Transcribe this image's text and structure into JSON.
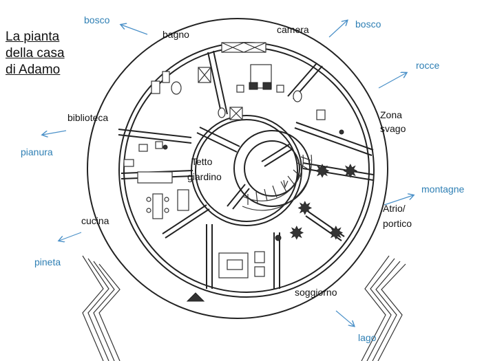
{
  "title": {
    "line1": "La pianta",
    "line2": "della casa",
    "line3": "di Adamo"
  },
  "rooms": {
    "bagno": "bagno",
    "camera": "camera",
    "biblioteca": "biblioteca",
    "zona_svago_1": "Zona",
    "zona_svago_2": "svago",
    "tetto_1": "Tetto",
    "tetto_2": "giardino",
    "cucina": "cucina",
    "atrio_1": "Atrio/",
    "atrio_2": "portico",
    "soggiorno": "soggiorno"
  },
  "directions": {
    "nw": "bosco",
    "ne": "bosco",
    "rocce": "rocce",
    "pianura": "pianura",
    "montagne": "montagne",
    "pineta": "pineta",
    "lago": "lago"
  },
  "colors": {
    "direction_text": "#2e7fb4",
    "arrow": "#4a90c8",
    "lines": "#222222"
  }
}
